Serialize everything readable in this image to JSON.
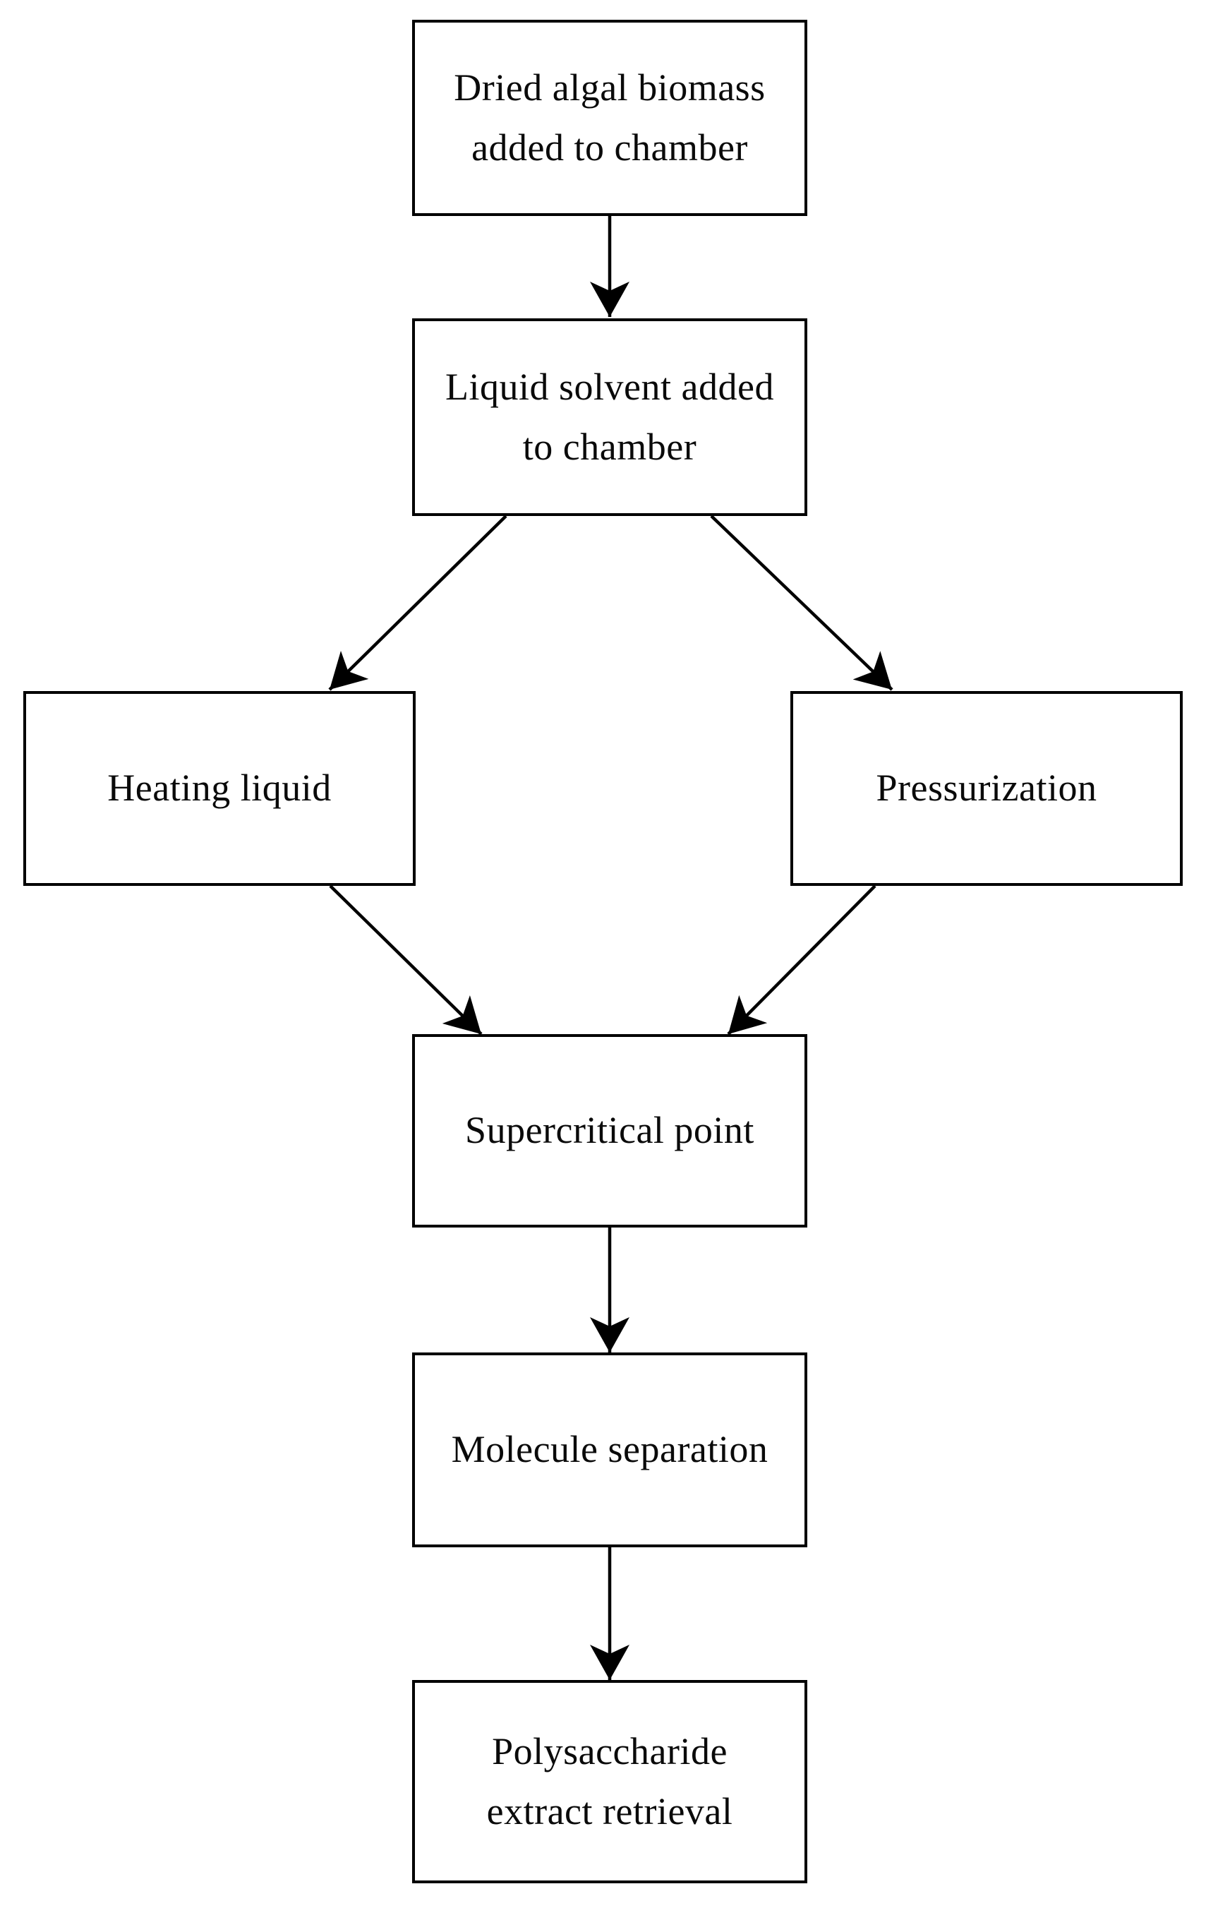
{
  "diagram_type": "flowchart",
  "background_color": "#ffffff",
  "stroke_color": "#000000",
  "text_color": "#0a0a0a",
  "nodes": [
    {
      "id": "dried-algal-biomass",
      "label": "Dried algal biomass\nadded to chamber"
    },
    {
      "id": "liquid-solvent",
      "label": "Liquid solvent added\nto chamber"
    },
    {
      "id": "heating-liquid",
      "label": "Heating liquid"
    },
    {
      "id": "pressurization",
      "label": "Pressurization"
    },
    {
      "id": "supercritical-point",
      "label": "Supercritical point"
    },
    {
      "id": "molecule-separation",
      "label": "Molecule separation"
    },
    {
      "id": "polysaccharide-extract-retrieval",
      "label": "Polysaccharide\nextract retrieval"
    }
  ],
  "edges": [
    {
      "from": "dried-algal-biomass",
      "to": "liquid-solvent"
    },
    {
      "from": "liquid-solvent",
      "to": "heating-liquid"
    },
    {
      "from": "liquid-solvent",
      "to": "pressurization"
    },
    {
      "from": "heating-liquid",
      "to": "supercritical-point"
    },
    {
      "from": "pressurization",
      "to": "supercritical-point"
    },
    {
      "from": "supercritical-point",
      "to": "molecule-separation"
    },
    {
      "from": "molecule-separation",
      "to": "polysaccharide-extract-retrieval"
    }
  ]
}
